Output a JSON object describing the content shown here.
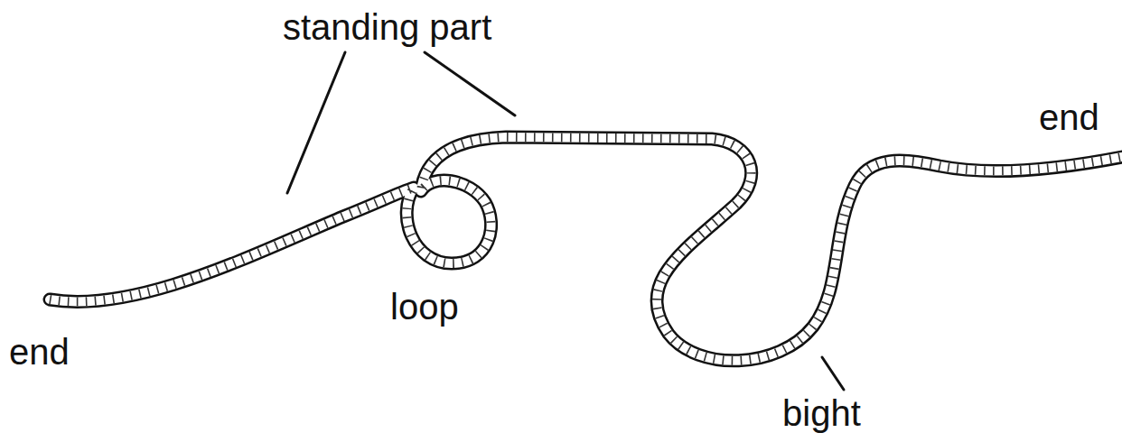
{
  "diagram": {
    "labels": [
      "standing part",
      "end",
      "loop",
      "bight",
      "end"
    ]
  }
}
